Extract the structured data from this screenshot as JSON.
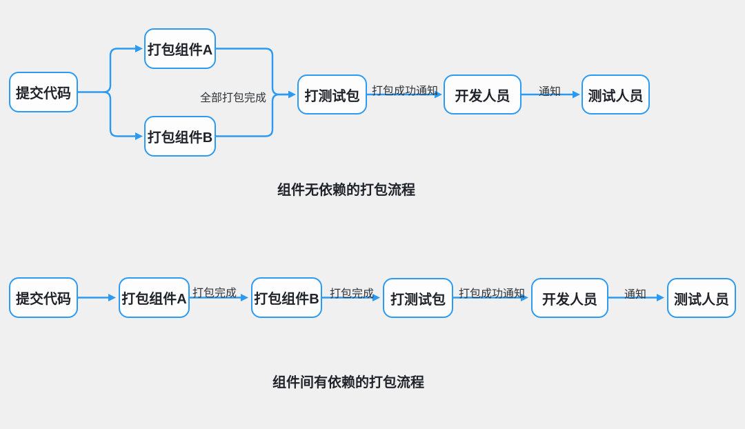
{
  "diagram": {
    "background_color": "#f0f0f0",
    "accent_color": "#2b9af3",
    "node_fill_color": "#fdfdfd",
    "text_color": "#1f2329"
  },
  "flow_independent": {
    "caption": "组件无依赖的打包流程",
    "nodes": {
      "submit_code": "提交代码",
      "package_a": "打包组件A",
      "package_b": "打包组件B",
      "test_package": "打测试包",
      "developer": "开发人员",
      "tester": "测试人员"
    },
    "labels": {
      "all_done": "全部打包完成",
      "success_notify": "打包成功通知",
      "notify": "通知"
    }
  },
  "flow_dependent": {
    "caption": "组件间有依赖的打包流程",
    "nodes": {
      "submit_code": "提交代码",
      "package_a": "打包组件A",
      "package_b": "打包组件B",
      "test_package": "打测试包",
      "developer": "开发人员",
      "tester": "测试人员"
    },
    "labels": {
      "done_a_to_b": "打包完成",
      "done_b_to_test": "打包完成",
      "success_notify": "打包成功通知",
      "notify": "通知"
    }
  }
}
